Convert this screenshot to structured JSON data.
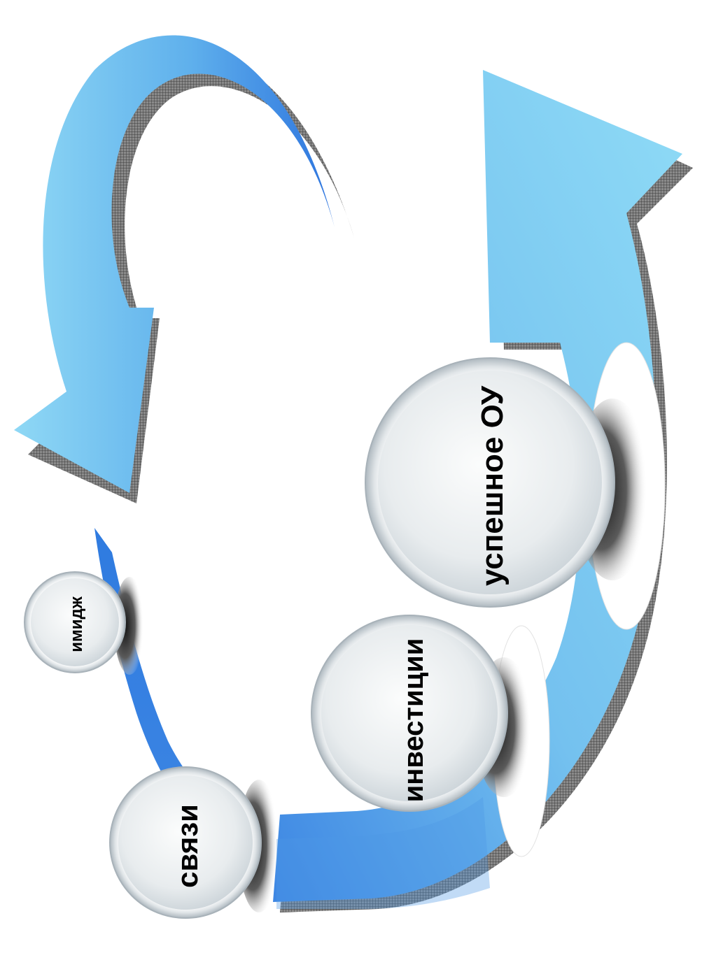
{
  "diagram": {
    "nodes": [
      {
        "id": "image",
        "label": "имидж"
      },
      {
        "id": "connections",
        "label": "связи"
      },
      {
        "id": "investments",
        "label": "инвестиции"
      },
      {
        "id": "successful_ou",
        "label": "успешное ОУ"
      }
    ]
  },
  "colors": {
    "arrow_light": "#86d3f2",
    "arrow_dark": "#2f7be0",
    "shadow": "#6f6f6f",
    "circle_face": "#eef1f3",
    "circle_edge": "#b9c2c8"
  }
}
